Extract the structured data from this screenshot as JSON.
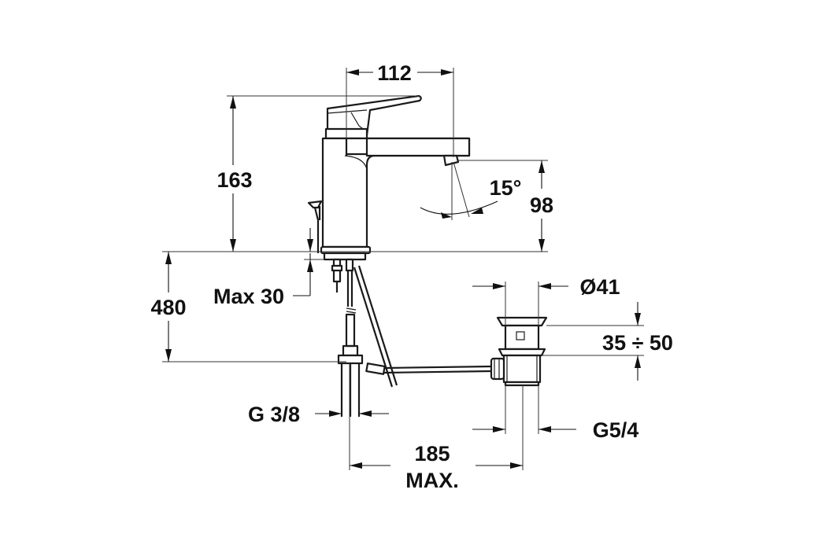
{
  "dimensions": {
    "width_top": "112",
    "height_body": "163",
    "angle": "15°",
    "height_spout": "98",
    "height_total": "480",
    "max_deck": "Max 30",
    "diameter_drain": "Ø41",
    "range_drain": "35 ÷ 50",
    "thread_supply": "G 3/8",
    "thread_drain": "G5/4",
    "reach_value": "185",
    "reach_label": "MAX."
  },
  "colors": {
    "line": "#1a1a1a",
    "background": "#ffffff"
  }
}
